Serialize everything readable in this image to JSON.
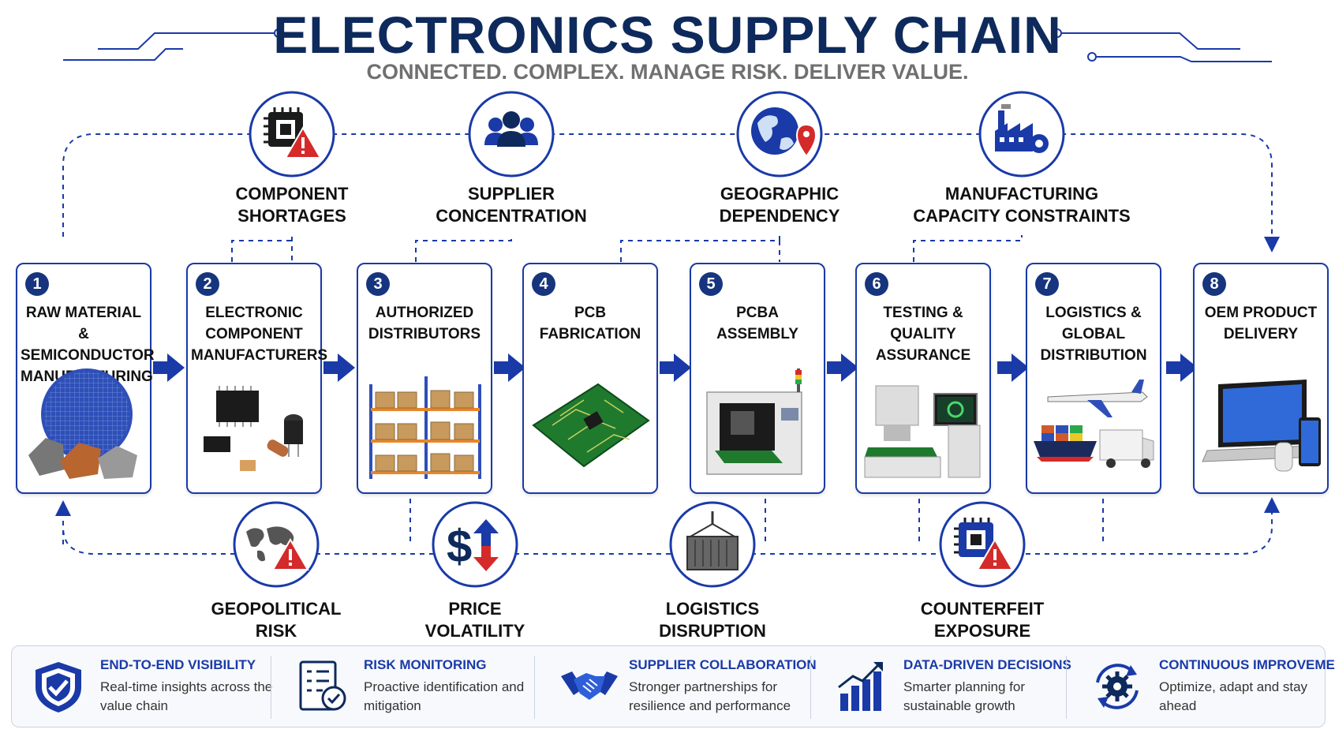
{
  "title": "ELECTRONICS SUPPLY CHAIN",
  "subtitle": "CONNECTED. COMPLEX. MANAGE RISK. DELIVER VALUE.",
  "colors": {
    "navy": "#0e2a5c",
    "accent": "#1a3aa8",
    "alert": "#d42a2a",
    "badge": "#17357e"
  },
  "top_risks": [
    {
      "label1": "COMPONENT",
      "label2": "SHORTAGES",
      "icon": "chip-warning-icon"
    },
    {
      "label1": "SUPPLIER",
      "label2": "CONCENTRATION",
      "icon": "people-icon"
    },
    {
      "label1": "GEOGRAPHIC",
      "label2": "DEPENDENCY",
      "icon": "globe-pin-icon"
    },
    {
      "label1": "MANUFACTURING",
      "label2": "CAPACITY CONSTRAINTS",
      "icon": "factory-gear-icon"
    }
  ],
  "stages": [
    {
      "num": "1",
      "line1": "RAW MATERIAL &",
      "line2": "SEMICONDUCTOR",
      "line3": "MANUFACTURING",
      "art": "wafer-and-ore"
    },
    {
      "num": "2",
      "line1": "ELECTRONIC",
      "line2": "COMPONENT",
      "line3": "MANUFACTURERS",
      "art": "components"
    },
    {
      "num": "3",
      "line1": "AUTHORIZED",
      "line2": "DISTRIBUTORS",
      "line3": "",
      "art": "warehouse-rack"
    },
    {
      "num": "4",
      "line1": "PCB",
      "line2": "FABRICATION",
      "line3": "",
      "art": "pcb-board"
    },
    {
      "num": "5",
      "line1": "PCBA",
      "line2": "ASSEMBLY",
      "line3": "",
      "art": "assembly-machine"
    },
    {
      "num": "6",
      "line1": "TESTING &",
      "line2": "QUALITY",
      "line3": "ASSURANCE",
      "art": "test-station"
    },
    {
      "num": "7",
      "line1": "LOGISTICS &",
      "line2": "GLOBAL",
      "line3": "DISTRIBUTION",
      "art": "plane-ship-truck"
    },
    {
      "num": "8",
      "line1": "OEM PRODUCT",
      "line2": "DELIVERY",
      "line3": "",
      "art": "laptop-phone"
    }
  ],
  "bottom_risks": [
    {
      "label1": "GEOPOLITICAL",
      "label2": "RISK",
      "icon": "map-warning-icon"
    },
    {
      "label1": "PRICE",
      "label2": "VOLATILITY",
      "icon": "dollar-arrows-icon"
    },
    {
      "label1": "LOGISTICS",
      "label2": "DISRUPTION",
      "icon": "container-icon"
    },
    {
      "label1": "COUNTERFEIT",
      "label2": "EXPOSURE",
      "icon": "chip-warning-icon"
    }
  ],
  "features": [
    {
      "title": "END-TO-END VISIBILITY",
      "desc": "Real-time insights across the value chain",
      "icon": "shield-check-icon"
    },
    {
      "title": "RISK MONITORING",
      "desc": "Proactive identification and mitigation",
      "icon": "checklist-icon"
    },
    {
      "title": "SUPPLIER COLLABORATION",
      "desc": "Stronger partnerships for resilience and performance",
      "icon": "handshake-icon"
    },
    {
      "title": "DATA-DRIVEN DECISIONS",
      "desc": "Smarter planning for sustainable growth",
      "icon": "bar-chart-icon"
    },
    {
      "title": "CONTINUOUS IMPROVEMENT",
      "desc": "Optimize, adapt and stay ahead",
      "icon": "gear-cycle-icon"
    }
  ]
}
